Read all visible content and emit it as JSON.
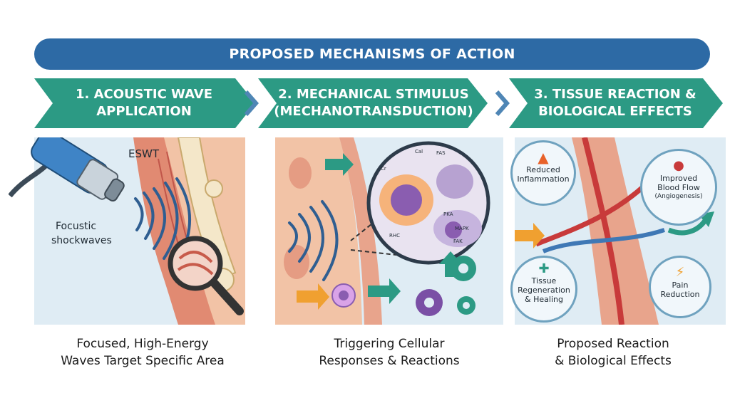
{
  "title": "PROPOSED MECHANISMS OF ACTION",
  "steps": [
    {
      "label": "1. ACOUSTIC WAVE\nAPPLICATION",
      "caption": "Focused, High-Energy\nWaves Target Specific Area"
    },
    {
      "label": "2. MECHANICAL STIMULUS\n(MECHANOTRANSDUCTION)",
      "caption": "Triggering Cellular\nResponses & Reactions"
    },
    {
      "label": "3. TISSUE REACTION &\nBIOLOGICAL EFFECTS",
      "caption": "Proposed Reaction\n& Biological Effects"
    }
  ],
  "panel1": {
    "device_label": "ESWT",
    "wave_label": "Focustic\nshockwaves"
  },
  "panel2": {
    "molecules": [
      "Cal",
      "Cr",
      "FAS",
      "PKA",
      "MAPK",
      "FAK",
      "RHC"
    ]
  },
  "effects": {
    "inflammation": "Reduced\nInflammation",
    "blood_flow": "Improved\nBlood Flow",
    "blood_flow_sub": "(Angiogenesis)",
    "regeneration": "Tissue\nRegeneration\n& Healing",
    "pain": "Pain\nReduction"
  },
  "colors": {
    "banner": "#2d6aa5",
    "step": "#2c9a84",
    "chevron": "#4f86b5",
    "tissue": "#e8a48c"
  }
}
